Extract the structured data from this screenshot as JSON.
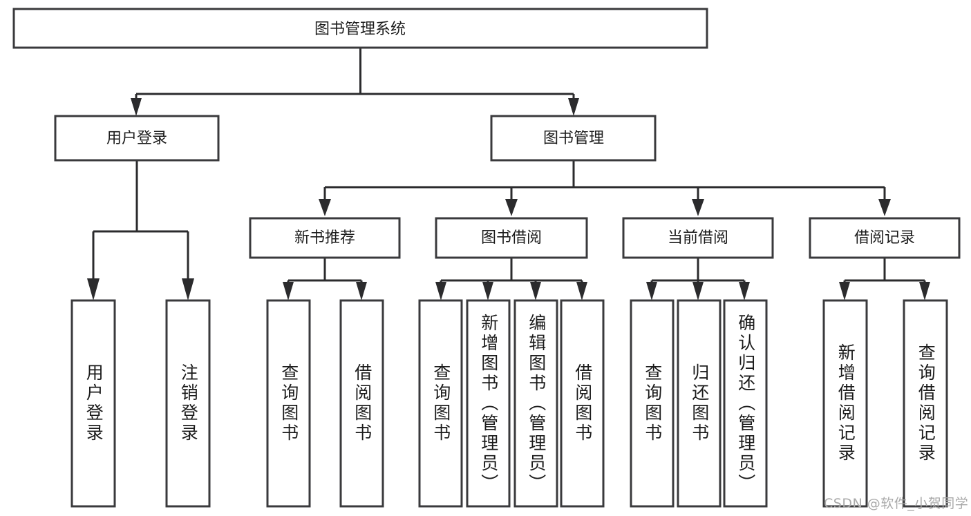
{
  "diagram": {
    "type": "hierarchy-tree",
    "title": "图书管理系统",
    "root": {
      "id": "root",
      "label": "图书管理系统"
    },
    "level2": [
      {
        "id": "user-login",
        "label": "用户登录"
      },
      {
        "id": "book-management",
        "label": "图书管理"
      }
    ],
    "level3": [
      {
        "id": "new-book-recommend",
        "label": "新书推荐",
        "parent": "book-management"
      },
      {
        "id": "book-borrow",
        "label": "图书借阅",
        "parent": "book-management"
      },
      {
        "id": "current-borrow",
        "label": "当前借阅",
        "parent": "book-management"
      },
      {
        "id": "borrow-record",
        "label": "借阅记录",
        "parent": "book-management"
      }
    ],
    "leaves": {
      "user-login": [
        {
          "id": "leaf-user-login",
          "label": "用户登录"
        },
        {
          "id": "leaf-user-logout",
          "label": "注销登录"
        }
      ],
      "new-book-recommend": [
        {
          "id": "leaf-query-book-1",
          "label": "查询图书"
        },
        {
          "id": "leaf-borrow-book-1",
          "label": "借阅图书"
        }
      ],
      "book-borrow": [
        {
          "id": "leaf-query-book-2",
          "label": "查询图书"
        },
        {
          "id": "leaf-add-book",
          "label": "新增图书（管理员）"
        },
        {
          "id": "leaf-edit-book",
          "label": "编辑图书（管理员）"
        },
        {
          "id": "leaf-borrow-book-2",
          "label": "借阅图书"
        }
      ],
      "current-borrow": [
        {
          "id": "leaf-query-book-3",
          "label": "查询图书"
        },
        {
          "id": "leaf-return-book",
          "label": "归还图书"
        },
        {
          "id": "leaf-confirm-return",
          "label": "确认归还（管理员）"
        }
      ],
      "borrow-record": [
        {
          "id": "leaf-add-record",
          "label": "新增借阅记录"
        },
        {
          "id": "leaf-query-record",
          "label": "查询借阅记录"
        }
      ]
    }
  },
  "watermark": {
    "text": "CSDN @软件_小贺同学"
  },
  "colors": {
    "box_stroke": "#3a3a3c",
    "connector": "#2b2b2d",
    "text": "#1b1b1b",
    "background": "#ffffff",
    "watermark": "#a9a9a9"
  }
}
